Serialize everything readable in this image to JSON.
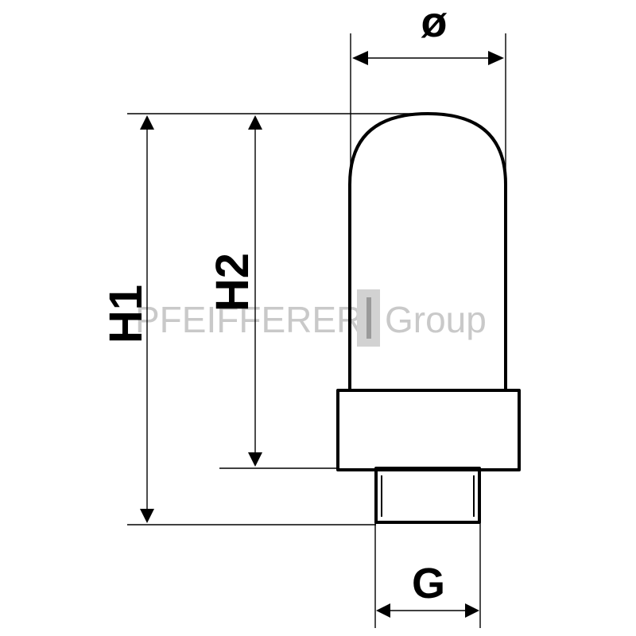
{
  "dimensions": {
    "diameter_label": "ø",
    "h1_label": "H1",
    "h2_label": "H2",
    "g_label": "G"
  },
  "watermark": {
    "left_text": "PFEIFFERER",
    "right_text": "Group"
  }
}
